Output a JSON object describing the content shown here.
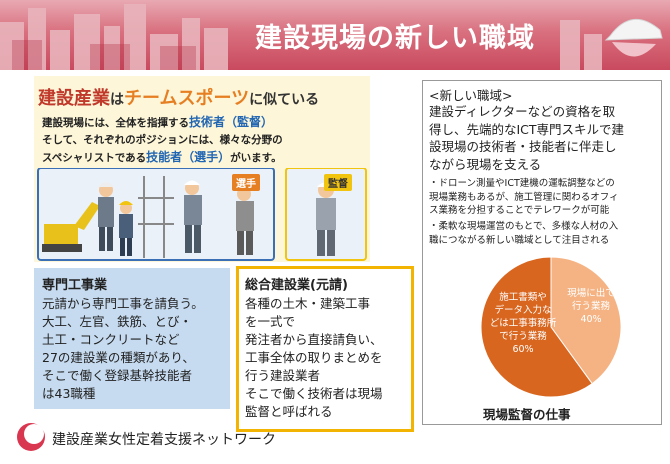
{
  "header": {
    "title": "建設現場の新しい職域"
  },
  "illustration": {
    "headline_a": "建設産業",
    "headline_b": "は",
    "headline_c": "チームスポーツ",
    "headline_d": "に似ている",
    "line1_pre": "建設現場には、全体を指揮する",
    "line1_hl": "技術者（監督）",
    "line2": "そして、それぞれのポジションには、様々な分野の",
    "line3_pre": "スペシャリストである",
    "line3_hl": "技能者（選手）",
    "line3_post": "がいます。",
    "badge_player": "選手",
    "badge_supervisor": "監督"
  },
  "specialist_box": {
    "title": "専門工事業",
    "lines": [
      "元請から専門工事を請負う。",
      "大工、左官、鉄筋、とび・",
      "土工・コンクリートなど",
      "27の建設業の種類があり、",
      "そこで働く登録基幹技能者",
      "は43職種"
    ]
  },
  "general_box": {
    "title": "総合建設業(元請)",
    "lines": [
      "各種の土木・建築工事",
      "を一式で",
      "発注者から直接請負い、",
      "工事全体の取りまとめを",
      "行う建設業者",
      "そこで働く技術者は現場",
      "監督と呼ばれる"
    ]
  },
  "right_panel": {
    "heading": "<新しい職域>",
    "main_lines": [
      "建設ディレクターなどの資格を取",
      "得し、先端的なICT専門スキルで建",
      "設現場の技術者・技能者に伴走し",
      "ながら現場を支える"
    ],
    "bullet1_lines": [
      "・ドローン測量やICT建機の運転調整などの",
      "現場業務もあるが、施工管理に関わるオフィ",
      "ス業務を分担することでテレワークが可能"
    ],
    "bullet2_lines": [
      "・柔軟な現場運営のもとで、多様な人材の入",
      "職につながる新しい職域として注目される"
    ]
  },
  "chart_data": {
    "type": "pie",
    "title": "現場監督の仕事",
    "slices": [
      {
        "label": "現場に出て行う業務",
        "label_lines": [
          "現場に出て",
          "行う業務",
          "40%"
        ],
        "value": 40,
        "color": "#f5b383"
      },
      {
        "label": "施工書類やデータ入力などは工事事務所で行う業務",
        "label_lines": [
          "施工書類や",
          "データ入力な",
          "どは工事事務所",
          "で行う業務",
          "60%"
        ],
        "value": 60,
        "color": "#d9661f"
      }
    ]
  },
  "footer": {
    "org_name": "建設産業女性定着支援ネットワーク"
  },
  "colors": {
    "header": "#c94a5e",
    "accent_orange": "#e67e22",
    "box_blue": "#c6dbf0",
    "box_border": "#f2b400"
  }
}
